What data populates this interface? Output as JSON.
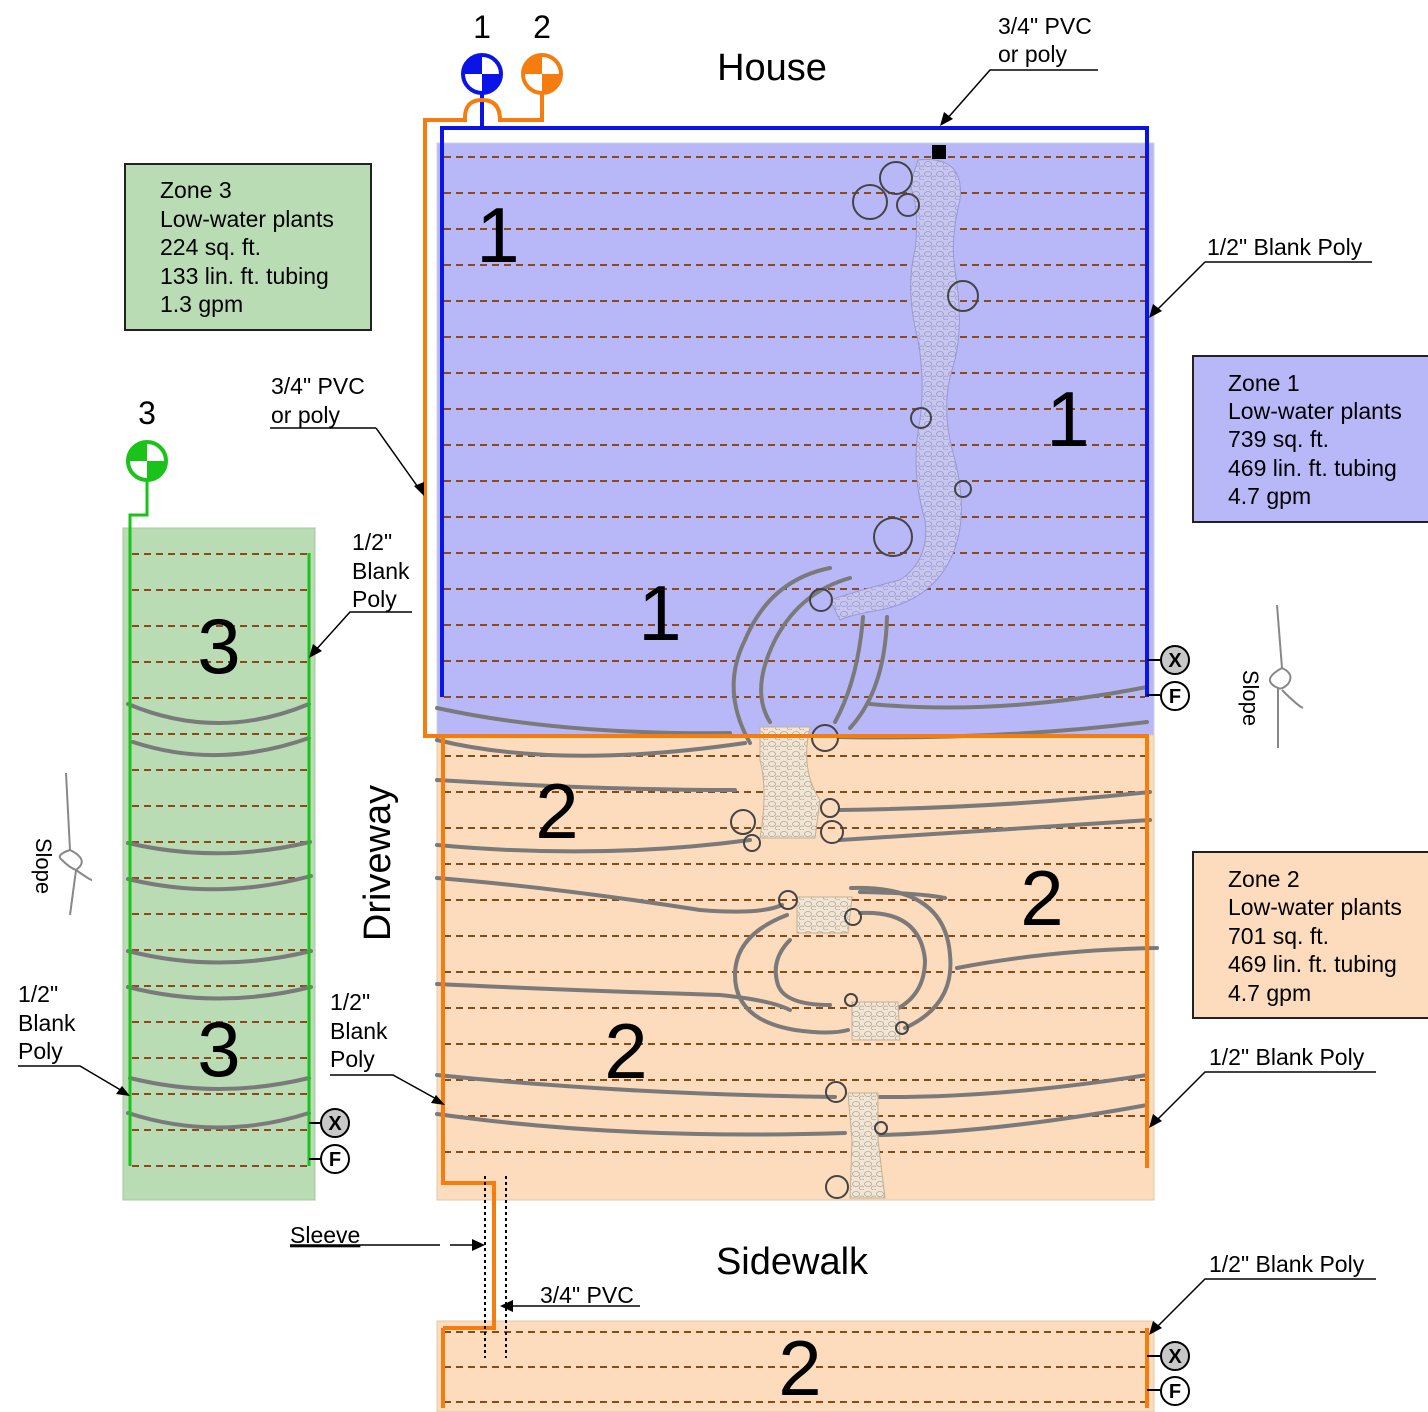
{
  "colors": {
    "zone1_fill": "#b8b8f8",
    "zone2_fill": "#fddbbd",
    "zone3_fill": "#b9dcb5",
    "zone1_line": "#0a14e6",
    "zone2_line": "#f57d0f",
    "zone3_line": "#19c319",
    "dashed_tubing": "#8b4a1a",
    "contour": "#7a7a7a"
  },
  "valves": [
    {
      "number": "1",
      "color": "#0a14e6"
    },
    {
      "number": "2",
      "color": "#f57d0f"
    },
    {
      "number": "3",
      "color": "#19c319"
    }
  ],
  "areas": {
    "house": "House",
    "driveway": "Driveway",
    "sidewalk": "Sidewalk",
    "slope_left": "Slope",
    "slope_right": "Slope"
  },
  "zones": [
    {
      "name": "Zone 1",
      "plants": "Low-water plants",
      "area": "739 sq. ft.",
      "tubing": "469 lin. ft. tubing",
      "flow": "4.7 gpm"
    },
    {
      "name": "Zone 2",
      "plants": "Low-water plants",
      "area": "701 sq. ft.",
      "tubing": "469 lin. ft. tubing",
      "flow": "4.7 gpm"
    },
    {
      "name": "Zone 3",
      "plants": "Low-water plants",
      "area": "224 sq. ft.",
      "tubing": "133 lin. ft. tubing",
      "flow": "1.3 gpm"
    }
  ],
  "zone_numbers": {
    "z1a": "1",
    "z1b": "1",
    "z1c": "1",
    "z2a": "2",
    "z2b": "2",
    "z2c": "2",
    "z2d": "2",
    "z3a": "3",
    "z3b": "3"
  },
  "callouts": {
    "pvc_top_1": "3/4\" PVC",
    "pvc_top_2": "or poly",
    "pvc_left_1": "3/4\" PVC",
    "pvc_left_2": "or poly",
    "blank_poly_r1": "1/2\" Blank Poly",
    "blank_poly_r2": "1/2\" Blank Poly",
    "blank_poly_r3": "1/2\" Blank Poly",
    "blank_poly_mid_1": "1/2\"",
    "blank_poly_mid_2": "Blank",
    "blank_poly_mid_3": "Poly",
    "blank_poly_z3_1": "1/2\"",
    "blank_poly_z3_2": "Blank",
    "blank_poly_z3_3": "Poly",
    "blank_poly_dw_1": "1/2\"",
    "blank_poly_dw_2": "Blank",
    "blank_poly_dw_3": "Poly",
    "sleeve": "Sleeve",
    "pvc_bottom": "3/4\" PVC"
  },
  "flush_markers": {
    "x": "X",
    "f": "F"
  }
}
